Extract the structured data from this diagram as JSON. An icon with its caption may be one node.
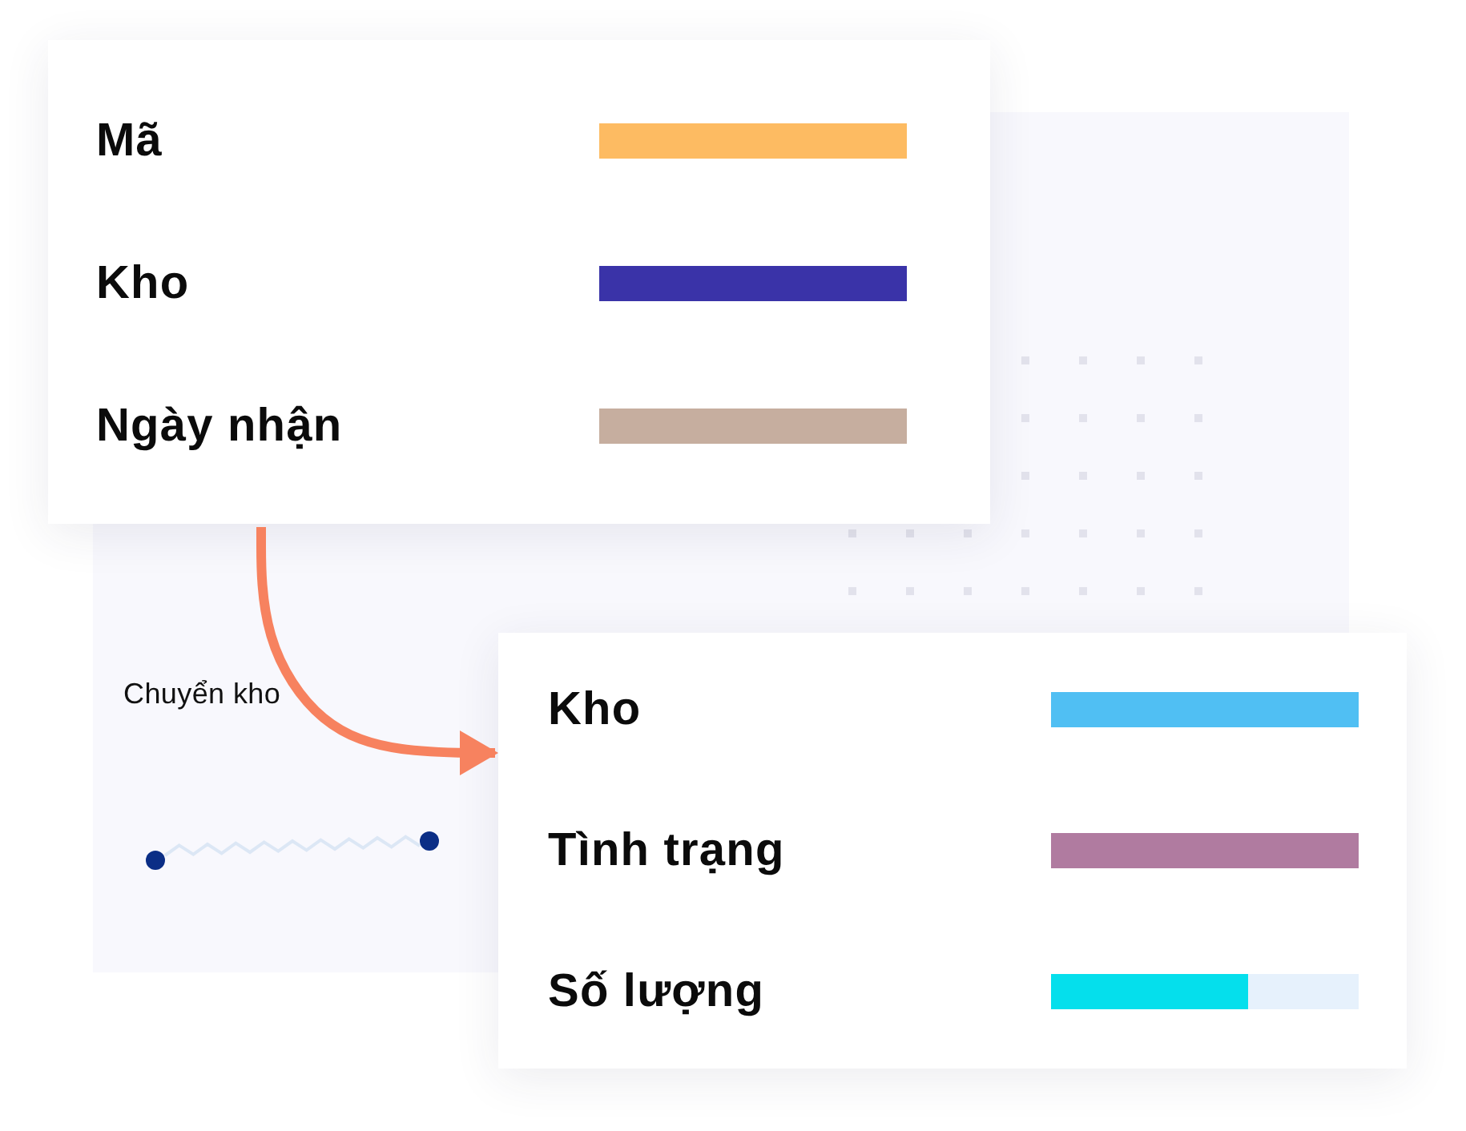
{
  "diagram": {
    "nodes": [
      {
        "text": [
          "Mã",
          "Kho",
          "Ngày nhận"
        ]
      },
      {
        "text": [],
        "shape": "bar",
        "in": 0
      },
      {
        "text": [],
        "shape": "bar",
        "in": 0
      },
      {
        "text": [],
        "shape": "bar",
        "in": 0
      },
      {
        "text": [
          "Kho",
          "Tình trạng",
          "Số lượng"
        ]
      },
      {
        "text": [],
        "shape": "bar",
        "in": 4
      },
      {
        "text": [],
        "shape": "bar",
        "in": 4
      },
      {
        "text": [],
        "shape": "bar",
        "in": 4
      }
    ],
    "edges": [
      {
        "from": 0,
        "to": 4,
        "arrow": "to",
        "label": "Chuyển kho"
      }
    ]
  }
}
